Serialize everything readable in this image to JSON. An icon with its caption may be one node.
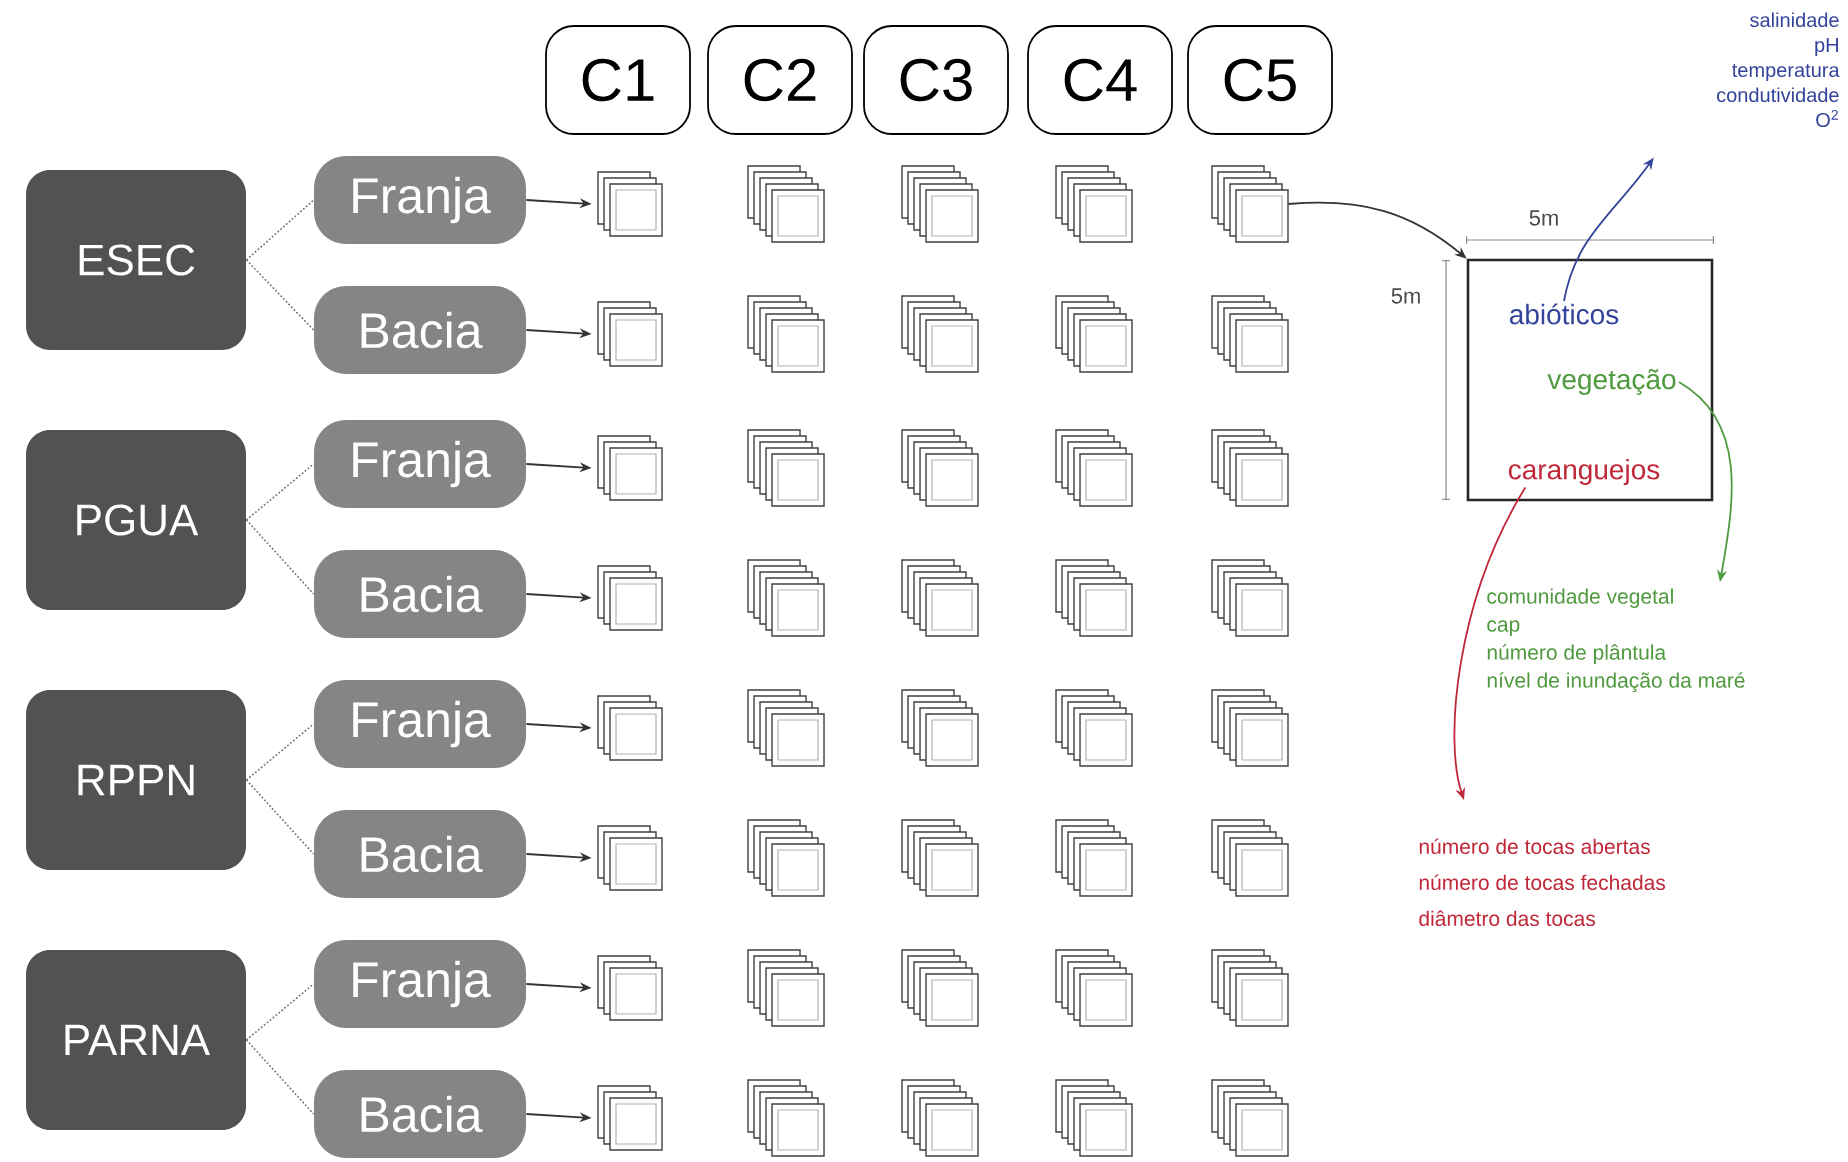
{
  "diagram": {
    "nodes": [
      {
        "text": [
          "C1"
        ]
      },
      {
        "text": [
          "C2"
        ]
      },
      {
        "text": [
          "C3"
        ]
      },
      {
        "text": [
          "C4"
        ]
      },
      {
        "text": [
          "C5"
        ]
      },
      {
        "text": [
          "ESEC"
        ]
      },
      {
        "text": [
          "Franja"
        ]
      },
      {
        "text": [
          "Bacia"
        ]
      },
      {
        "text": [
          "PGUA"
        ]
      },
      {
        "text": [
          "Franja"
        ]
      },
      {
        "text": [
          "Bacia"
        ]
      },
      {
        "text": [
          "RPPN"
        ]
      },
      {
        "text": [
          "Franja"
        ]
      },
      {
        "text": [
          "Bacia"
        ]
      },
      {
        "text": [
          "PARNA"
        ]
      },
      {
        "text": [
          "Franja"
        ]
      },
      {
        "text": [
          "Bacia"
        ]
      },
      {
        "text": [],
        "shape": "box"
      },
      {
        "text": [],
        "shape": "box"
      },
      {
        "text": [],
        "shape": "box"
      },
      {
        "text": [],
        "shape": "box"
      },
      {
        "text": [],
        "shape": "box"
      },
      {
        "text": [],
        "shape": "box"
      },
      {
        "text": [],
        "shape": "box"
      },
      {
        "text": [],
        "shape": "box"
      },
      {
        "text": [],
        "shape": "box"
      },
      {
        "text": [],
        "shape": "box"
      },
      {
        "text": [],
        "shape": "box"
      },
      {
        "text": [],
        "shape": "box"
      },
      {
        "text": [],
        "shape": "box"
      },
      {
        "text": [],
        "shape": "box"
      },
      {
        "text": [],
        "shape": "box"
      },
      {
        "text": [],
        "shape": "box"
      },
      {
        "text": [],
        "shape": "box"
      },
      {
        "text": [],
        "shape": "box"
      },
      {
        "text": [],
        "shape": "box"
      },
      {
        "text": [],
        "shape": "box"
      },
      {
        "text": [],
        "shape": "box"
      },
      {
        "text": [],
        "shape": "box"
      },
      {
        "text": [],
        "shape": "box"
      },
      {
        "text": [],
        "shape": "box"
      },
      {
        "text": [],
        "shape": "box"
      },
      {
        "text": [],
        "shape": "box"
      },
      {
        "text": [],
        "shape": "box"
      },
      {
        "text": [],
        "shape": "box"
      },
      {
        "text": [],
        "shape": "box"
      },
      {
        "text": [],
        "shape": "box"
      },
      {
        "text": [],
        "shape": "box"
      },
      {
        "text": [],
        "shape": "box"
      },
      {
        "text": [],
        "shape": "box"
      },
      {
        "text": [],
        "shape": "box"
      },
      {
        "text": [],
        "shape": "box"
      },
      {
        "text": [],
        "shape": "box"
      },
      {
        "text": [],
        "shape": "box"
      },
      {
        "text": [],
        "shape": "box"
      },
      {
        "text": [],
        "shape": "box"
      },
      {
        "text": [],
        "shape": "box"
      },
      {
        "text": [],
        "shape": "box"
      },
      {
        "text": [
          "abióticos"
        ],
        "in": 57
      },
      {
        "text": [
          "vegetação"
        ],
        "in": 57
      },
      {
        "text": [
          "caranguejos"
        ],
        "in": 57
      },
      {
        "text": [
          "salinidade",
          "pH",
          "temperatura",
          "condutividade",
          "O$^{2}$"
        ]
      },
      {
        "text": [
          "comunidade vegetal",
          "cap",
          "número de plântula",
          "nível de inundação da maré"
        ]
      },
      {
        "text": [
          "número de tocas abertas",
          "número de tocas fechadas",
          "diâmetro das tocas"
        ]
      }
    ],
    "edges": [
      {
        "from": 5,
        "to": 6,
        "arrow": "none",
        "style": "dashed"
      },
      {
        "from": 5,
        "to": 7,
        "arrow": "none",
        "style": "dashed"
      },
      {
        "from": 8,
        "to": 9,
        "arrow": "none",
        "style": "dashed"
      },
      {
        "from": 8,
        "to": 10,
        "arrow": "none",
        "style": "dashed"
      },
      {
        "from": 11,
        "to": 12,
        "arrow": "none",
        "style": "dashed"
      },
      {
        "from": 11,
        "to": 13,
        "arrow": "none",
        "style": "dashed"
      },
      {
        "from": 14,
        "to": 15,
        "arrow": "none",
        "style": "dashed"
      },
      {
        "from": 14,
        "to": 16,
        "arrow": "none",
        "style": "dashed"
      },
      {
        "from": 6,
        "to": 17,
        "arrow": "to"
      },
      {
        "from": 7,
        "to": 22,
        "arrow": "to"
      },
      {
        "from": 9,
        "to": 27,
        "arrow": "to"
      },
      {
        "from": 10,
        "to": 32,
        "arrow": "to"
      },
      {
        "from": 12,
        "to": 37,
        "arrow": "to"
      },
      {
        "from": 13,
        "to": 42,
        "arrow": "to"
      },
      {
        "from": 15,
        "to": 47,
        "arrow": "to"
      },
      {
        "from": 16,
        "to": 52,
        "arrow": "to"
      },
      {
        "from": 21,
        "to": 57,
        "arrow": "to"
      },
      {
        "from": 58,
        "to": 61,
        "arrow": "to",
        "color": "#34449a"
      },
      {
        "from": 59,
        "to": 62,
        "arrow": "to",
        "color": "#4f9a3e"
      },
      {
        "from": 60,
        "to": 63,
        "arrow": "to",
        "color": "#c0283a"
      }
    ],
    "labels": [
      "5m",
      "5m"
    ]
  }
}
